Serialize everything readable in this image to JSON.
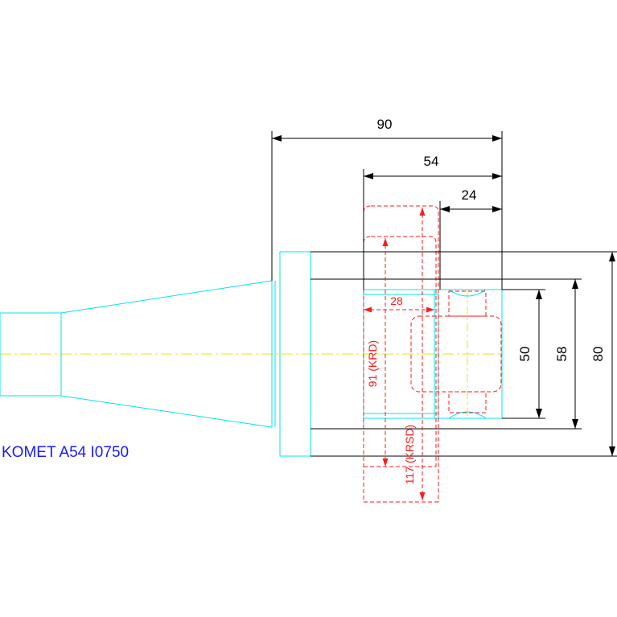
{
  "colors": {
    "background": "#ffffff",
    "outline": "#00e5ee",
    "centerline": "#e8e800",
    "hidden": "#ff1a1a",
    "dimension": "#000000",
    "caption": "#1a1aff"
  },
  "caption": "KOMET A54 I0750",
  "dimensions": {
    "overall_length": "90",
    "head_length": "54",
    "groove_offset": "24",
    "bore_offset": "28",
    "diameter_inner": "50",
    "diameter_mid": "58",
    "diameter_outer": "80",
    "krd": "91 (KRD)",
    "krsd": "117 (KRSD)"
  }
}
